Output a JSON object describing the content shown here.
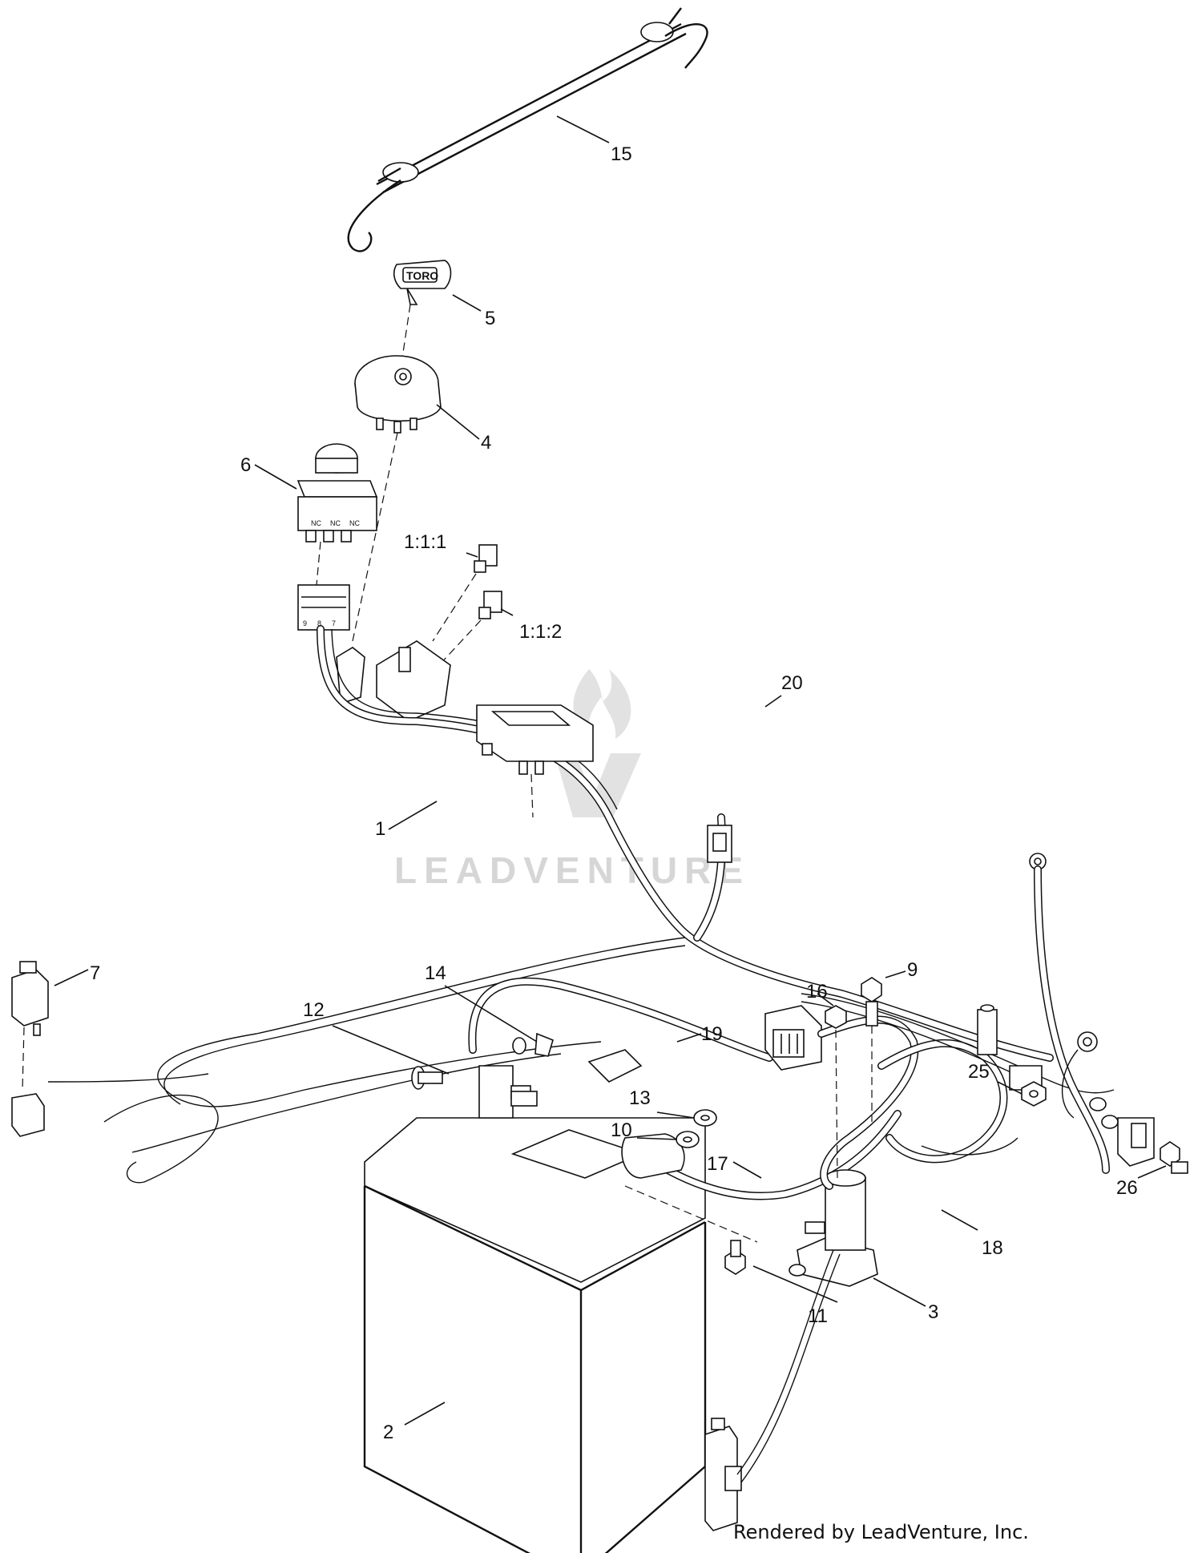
{
  "watermark": {
    "text": "LEADVENTURE"
  },
  "credit": {
    "text": "Rendered by LeadVenture, Inc."
  },
  "key_logo": "TORO",
  "switch_marks": [
    "NC",
    "NC",
    "NC"
  ],
  "connector_pins": [
    "9",
    "8",
    "7"
  ],
  "callouts": {
    "c1": "1",
    "c2": "2",
    "c3": "3",
    "c4": "4",
    "c5": "5",
    "c6": "6",
    "c7": "7",
    "c9": "9",
    "c10": "10",
    "c11": "11",
    "c12": "12",
    "c13": "13",
    "c14": "14",
    "c15": "15",
    "c16": "16",
    "c17": "17",
    "c18": "18",
    "c19": "19",
    "c20": "20",
    "c25": "25",
    "c26": "26",
    "c111": "1:1:1",
    "c112": "1:1:2"
  }
}
